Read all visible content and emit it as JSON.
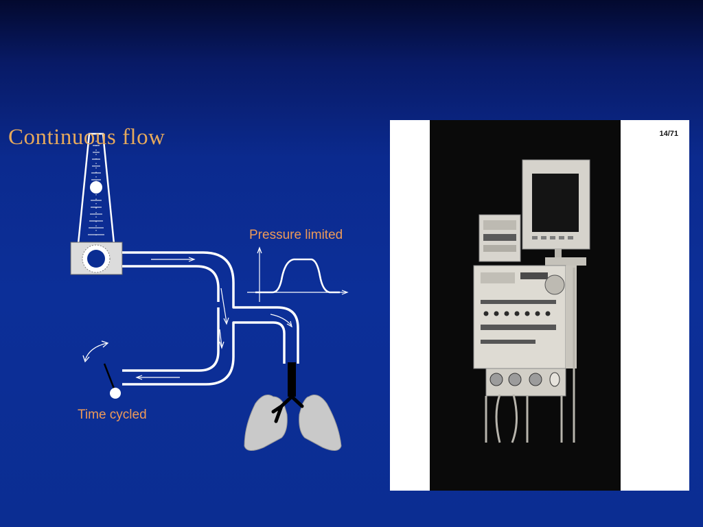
{
  "slide": {
    "title": "Continuous flow"
  },
  "diagram": {
    "pressure_label": "Pressure limited",
    "time_label": "Time cycled",
    "icons": [
      "flowmeter-icon",
      "flow-valve-icon",
      "arrow-right-icon",
      "arrow-down-icon",
      "arrow-left-icon",
      "curved-arrows-icon",
      "timer-dial-icon",
      "endotracheal-tube-icon",
      "lungs-icon",
      "pressure-waveform-icon"
    ]
  },
  "photo": {
    "caption": "14/71",
    "subject": "ventilator-photo"
  },
  "colors": {
    "background": "#0b2d92",
    "title": "#e6a95c",
    "label": "#ee9a58",
    "tubing": "#ffffff",
    "lungs": "#c9c9c9"
  }
}
